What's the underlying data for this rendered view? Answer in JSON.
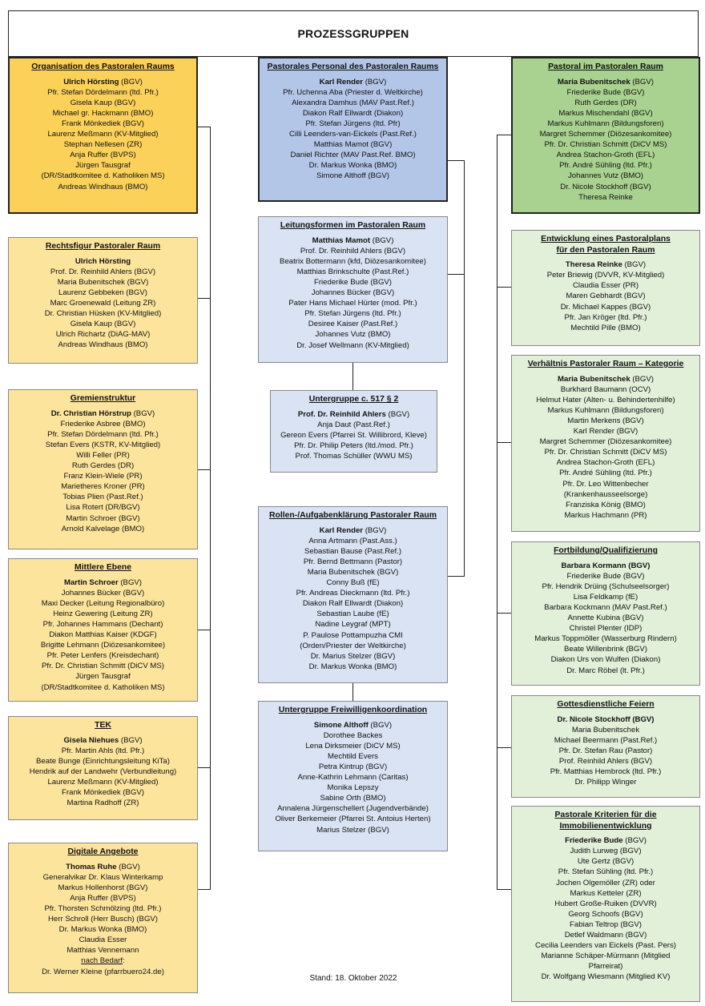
{
  "title": "PROZESSGRUPPEN",
  "stand": "Stand: 18. Oktober 2022",
  "colors": {
    "orange": "#fbd15a",
    "light_orange": "#fde49d",
    "blue": "#b4c6e8",
    "light_blue": "#dae3f3",
    "green": "#a9d18f",
    "light_green": "#e2efd9"
  },
  "boxes": [
    {
      "id": "b1",
      "title": [
        "Organisation des Pastoralen Raums"
      ],
      "lead": "Ulrich Hörsting",
      "lead_suffix": " (BGV)",
      "items": [
        "Pfr. Stefan Dördelmann (ltd. Pfr.)",
        "Gisela Kaup (BGV)",
        "Michael gr. Hackmann (BMO)",
        "Frank Mönkediek (BGV)",
        "Laurenz Meßmann (KV-Mitglied)",
        "Stephan Nellesen (ZR)",
        "Anja Ruffer (BVPS)",
        "Jürgen Tausgraf",
        "(DR/Stadtkomitee d. Katholiken MS)",
        "Andreas Windhaus (BMO)"
      ]
    },
    {
      "id": "b2",
      "title": [
        "Rechtsfigur Pastoraler Raum"
      ],
      "lead": "Ulrich Hörsting",
      "lead_suffix": "",
      "items": [
        "Prof. Dr. Reinhild Ahlers (BGV)",
        "Maria Bubenitschek (BGV)",
        "Laurenz Gebbeken (BGV)",
        "Marc Groenewald (Leitung ZR)",
        "Dr. Christian Hüsken (KV-Mitglied)",
        "Gisela Kaup (BGV)",
        "Ulrich Richartz (DiAG-MAV)",
        "Andreas Windhaus (BMO)"
      ]
    },
    {
      "id": "b3",
      "title": [
        "Gremienstruktur"
      ],
      "lead": "Dr. Christian Hörstrup",
      "lead_suffix": " (BGV)",
      "items": [
        "Friederike Asbree (BMO)",
        "Pfr. Stefan Dördelmann (ltd. Pfr.)",
        "Stefan Evers (KSTR, KV-Mitglied)",
        "Willi Feller (PR)",
        "Ruth Gerdes (DR)",
        "Franz Klein-Wiele (PR)",
        "Marietheres Kroner (PR)",
        "Tobias Plien (Past.Ref.)",
        "Lisa Rotert (DR/BGV)",
        "Martin Schroer (BGV)",
        "Arnold Kalvelage (BMO)"
      ]
    },
    {
      "id": "b4",
      "title": [
        "Mittlere Ebene"
      ],
      "lead": "Martin Schroer",
      "lead_suffix": " (BGV)",
      "items": [
        "Johannes Bücker (BGV)",
        "Maxi Decker (Leitung Regionalbüro)",
        "Heinz Gewering (Leitung ZR)",
        "Pfr. Johannes Hammans (Dechant)",
        "Diakon Matthias Kaiser (KDGF)",
        "Brigitte Lehmann (Diözesankomitee)",
        "Pfr. Peter Lenfers (Kreisdechant)",
        "Pfr. Dr. Christian Schmitt (DiCV MS)",
        "Jürgen Tausgraf",
        "(DR/Stadtkomitee d. Katholiken MS)"
      ]
    },
    {
      "id": "b5",
      "title": [
        "TEK"
      ],
      "lead": "Gisela Niehues",
      "lead_suffix": " (BGV)",
      "items": [
        "Pfr. Martin Ahls (ltd. Pfr.)",
        "Beate Bunge (Einrichtungsleitung KiTa)",
        "Hendrik auf der Landwehr (Verbundleitung)",
        "Laurenz Meßmann (KV-Mitglied)",
        "Frank Mönkediek (BGV)",
        "Martina Radhoff (ZR)"
      ]
    },
    {
      "id": "b6",
      "title": [
        "Digitale Angebote"
      ],
      "lead": "Thomas Ruhe",
      "lead_suffix": " (BGV)",
      "items": [
        "Generalvikar Dr. Klaus Winterkamp",
        "Markus Hollenhorst (BGV)",
        "Anja Ruffer (BVPS)",
        "Pfr. Thorsten Schmölzing (ltd. Pfr.)",
        "Herr Schroll (Herr Busch) (BGV)",
        "Dr. Markus Wonka (BMO)",
        "Claudia Esser",
        "Matthias Vennemann"
      ],
      "note_underlined": "nach Bedarf",
      "note_rest": ":",
      "note_last": "Dr. Werner Kleine (pfarrbuero24.de)"
    },
    {
      "id": "b7",
      "title": [
        "Pastorales Personal des Pastoralen Raums"
      ],
      "lead": "Karl Render",
      "lead_suffix": " (BGV)",
      "items": [
        "Pfr. Uchenna Aba (Priester d. Weltkirche)",
        "Alexandra Damhus (MAV Past.Ref.)",
        "Diakon Ralf Ellwardt (Diakon)",
        "Pfr. Stefan Jürgens (ltd. Pfr)",
        "Cilli Leenders-van-Eickels (Past.Ref.)",
        "Matthias Mamot (BGV)",
        "Daniel Richter (MAV Past.Ref. BMO)",
        "Dr. Markus Wonka (BMO)",
        "Simone Althoff (BGV)"
      ]
    },
    {
      "id": "b8",
      "title": [
        "Leitungsformen im Pastoralen Raum"
      ],
      "lead": "Matthias Mamot",
      "lead_suffix": " (BGV)",
      "items": [
        "Prof. Dr. Reinhild Ahlers (BGV)",
        "Beatrix Bottermann (kfd, Diözesankomitee)",
        "Matthias Brinkschulte (Past.Ref.)",
        "Friederike Bude (BGV)",
        "Johannes Bücker (BGV)",
        "Pater Hans Michael Hürter (mod. Pfr.)",
        "Pfr. Stefan Jürgens (ltd. Pfr.)",
        "Desiree Kaiser (Past.Ref.)",
        "Johannes Vutz (BMO)",
        "Dr. Josef Wellmann (KV-Mitglied)"
      ]
    },
    {
      "id": "b9",
      "title": [
        "Untergruppe c. 517 § 2"
      ],
      "lead": "Prof. Dr. Reinhild Ahlers",
      "lead_suffix": " (BGV)",
      "items": [
        "Anja Daut (Past.Ref.)",
        "Gereon Evers (Pfarrei St. Willibrord, Kleve)",
        "Pfr. Dr. Philip Peters (ltd./mod. Pfr.)",
        "Prof. Thomas Schüller (WWU MS)"
      ]
    },
    {
      "id": "b10",
      "title": [
        "Rollen-/Aufgabenklärung Pastoraler Raum"
      ],
      "lead": "Karl Render",
      "lead_suffix": " (BGV)",
      "items": [
        "Anna Artmann (Past.Ass.)",
        "Sebastian Bause (Past.Ref.)",
        "Pfr. Bernd Bettmann (Pastor)",
        "Maria Bubenitschek (BGV)",
        "Conny Buß (fE)",
        "Pfr. Andreas Dieckmann (ltd. Pfr.)",
        "Diakon Ralf Ellwardt (Diakon)",
        "Sebastian Laube (fE)",
        "Nadine Leygraf (MPT)",
        "P. Paulose Pottampuzha CMI",
        "(Orden/Priester der Weltkirche)",
        "Dr. Marius Stelzer (BGV)",
        "Dr. Markus Wonka (BMO)"
      ]
    },
    {
      "id": "b11",
      "title": [
        "Untergruppe Freiwilligenkoordination"
      ],
      "lead": "Simone Althoff",
      "lead_suffix": " (BGV)",
      "items": [
        "Dorothee Backes",
        "Lena Dirksmeier (DiCV MS)",
        "Mechtild Evers",
        "Petra Kintrup (BGV)",
        "Anne-Kathrin Lehmann (Caritas)",
        "Monika Lepszy",
        "Sabine Orth (BMO)",
        "Annalena Jürgenschellert (Jugendverbände)",
        "Oliver Berkemeier (Pfarrei St. Antoius Herten)",
        "Marius Stelzer (BGV)"
      ]
    },
    {
      "id": "b12",
      "title": [
        "Pastoral im Pastoralen Raum"
      ],
      "lead": "Maria Bubenitschek",
      "lead_suffix": " (BGV)",
      "items": [
        "Friederike Bude (BGV)",
        "Ruth Gerdes (DR)",
        "Markus Mischendahl (BGV)",
        "Markus Kuhlmann (Bildungsforen)",
        "Margret Schemmer (Diözesankomitee)",
        "Pfr. Dr. Christian Schmitt (DiCV MS)",
        "Andrea Stachon-Groth (EFL)",
        "Pfr. André Sühling (ltd. Pfr.)",
        "Johannes Vutz (BMO)",
        "Dr. Nicole Stockhoff (BGV)",
        "Theresa Reinke"
      ]
    },
    {
      "id": "b13",
      "title": [
        "Entwicklung eines Pastoralplans",
        "für den Pastoralen Raum"
      ],
      "lead": "Theresa Reinke",
      "lead_suffix": " (BGV)",
      "items": [
        "Peter Briewig (DVVR, KV-Mitglied)",
        "Claudia Esser (PR)",
        "Maren Gebhardt (BGV)",
        "Dr. Michael Kappes (BGV)",
        "Pfr. Jan Kröger (ltd. Pfr.)",
        "Mechtild Pille (BMO)"
      ]
    },
    {
      "id": "b14",
      "title": [
        "Verhältnis Pastoraler Raum – Kategorie"
      ],
      "lead": "Maria Bubenitschek",
      "lead_suffix": " (BGV)",
      "items": [
        "Burkhard Baumann (OCV)",
        "Helmut Hater (Alten- u. Behindertenhilfe)",
        "Markus Kuhlmann (Bildungsforen)",
        "Martin Merkens (BGV)",
        "Karl Render (BGV)",
        "Margret Schemmer (Diözesankomitee)",
        "Pfr. Dr. Christian Schmitt (DiCV MS)",
        "Andrea Stachon-Groth (EFL)",
        "Pfr. André Sühling (ltd. Pfr.)",
        "Pfr. Dr. Leo Wittenbecher",
        "(Krankenhausseelsorge)",
        "Franziska König (BMO)",
        "Markus Hachmann (PR)"
      ]
    },
    {
      "id": "b15",
      "title": [
        "Fortbildung/Qualifizierung"
      ],
      "lead": "Barbara Kormann (BGV)",
      "lead_suffix": "",
      "items": [
        "Friederike Bude (BGV)",
        "Pfr. Hendrik Drüing (Schulseelsorger)",
        "Lisa Feldkamp (fE)",
        "Barbara Kockmann (MAV Past.Ref.)",
        "Annette Kubina (BGV)",
        "Christel Plenter (IDP)",
        "Markus Toppmöller (Wasserburg Rindern)",
        "Beate Willenbrink (BGV)",
        "Diakon Urs von Wulfen (Diakon)",
        "Dr. Marc Röbel (lt. Pfr.)"
      ]
    },
    {
      "id": "b16",
      "title": [
        "Gottesdienstliche Feiern"
      ],
      "lead": "Dr. Nicole Stockhoff (BGV)",
      "lead_suffix": "",
      "items": [
        "Maria Bubenitschek",
        "Michael Beermann (Past.Ref.)",
        "Pfr. Dr. Stefan Rau (Pastor)",
        "Prof. Reinhild Ahlers (BGV)",
        "Pfr. Matthias Hembrock (ltd. Pfr.)",
        "Dr. Philipp Winger"
      ]
    },
    {
      "id": "b17",
      "title": [
        "Pastorale Kriterien für die",
        "Immobilienentwicklung"
      ],
      "lead": "Friederike Bude",
      "lead_suffix": " (BGV)",
      "items": [
        "Judith Lurweg (BGV)",
        "Ute Gertz (BGV)",
        "Pfr. Stefan Sühling (ltd. Pfr.)",
        "Jochen Olgemöller (ZR) oder",
        "Markus Ketteler (ZR)",
        "Hubert Große-Ruiken (DVVR)",
        "Georg Schoofs (BGV)",
        "Fabian Teltrop (BGV)",
        "Detlef Waldmann (BGV)",
        "Cecilia Leenders van Eickels (Past. Pers)",
        "Marianne Schäper-Mürmann (Mitglied",
        "Pfarreirat)",
        "Dr. Wolfgang Wiesmann (Mitglied KV)"
      ]
    }
  ]
}
